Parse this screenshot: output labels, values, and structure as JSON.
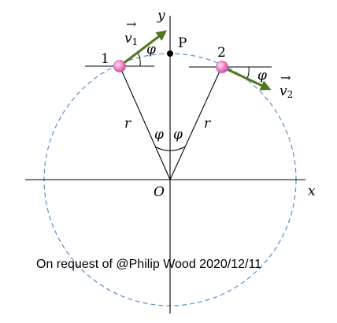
{
  "diagram": {
    "axis_labels": {
      "x": "x",
      "y": "y",
      "origin": "O"
    },
    "point_label": "P",
    "particles": [
      {
        "label": "1",
        "velocity_label": "v",
        "velocity_subscript": "1"
      },
      {
        "label": "2",
        "velocity_label": "v",
        "velocity_subscript": "2"
      }
    ],
    "radius_label": "r",
    "angle_label": "φ",
    "vector_arrow": "→",
    "caption": "On request of @Philip Wood 2020/12/11",
    "colors": {
      "circle": "#5b8fc9",
      "velocity_arrow": "#4f7a1c",
      "particle": "#f08ac8",
      "lines": "#000000"
    }
  }
}
